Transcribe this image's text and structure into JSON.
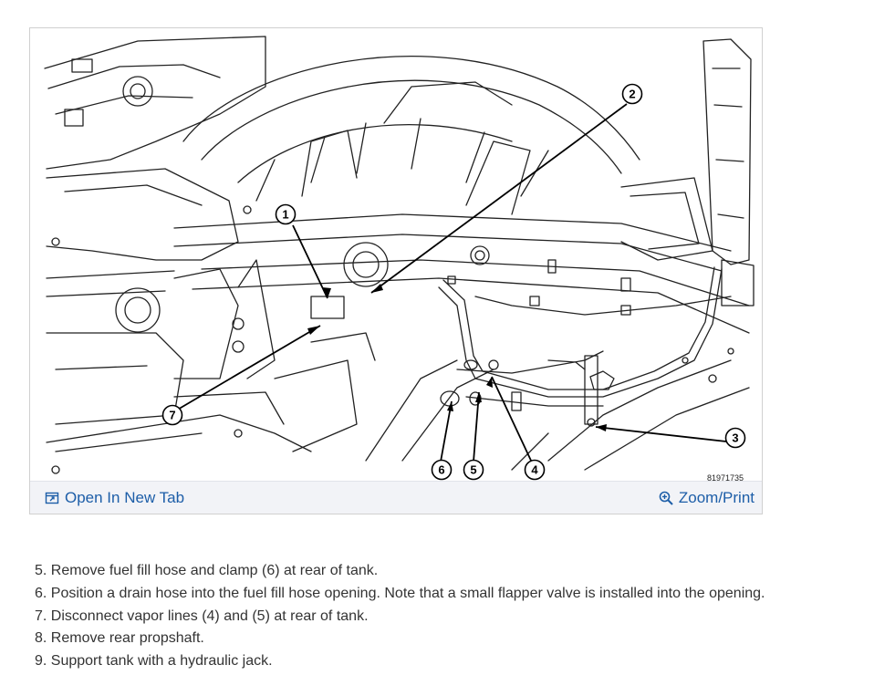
{
  "figure": {
    "callouts": [
      "1",
      "2",
      "3",
      "4",
      "5",
      "6",
      "7"
    ],
    "figure_code": "81971735",
    "open_tab_label": "Open In New Tab",
    "zoom_print_label": "Zoom/Print",
    "open_tab_icon": "external-window-icon",
    "zoom_icon": "magnifier-plus-icon",
    "link_color": "#1d5ea8",
    "toolbar_bg": "#f2f3f7"
  },
  "steps": [
    "5. Remove fuel fill hose and clamp (6) at rear of tank.",
    "6. Position a drain hose into the fuel fill hose opening. Note that a small flapper valve is installed into the opening.",
    "7. Disconnect vapor lines (4) and (5) at rear of tank.",
    "8. Remove rear propshaft.",
    "9. Support tank with a hydraulic jack."
  ]
}
